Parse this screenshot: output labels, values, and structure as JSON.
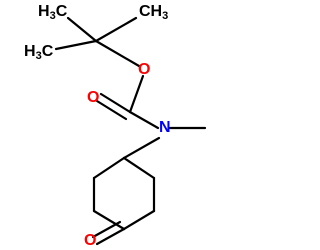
{
  "structure": {
    "atoms": {
      "methyl_top_left": {
        "main": "H",
        "sub": "3",
        "tail": "C"
      },
      "methyl_top_right": {
        "main": "CH",
        "sub": "3"
      },
      "methyl_left": {
        "main": "H",
        "sub": "3",
        "tail": "C"
      },
      "ester_oxygen": {
        "main": "O"
      },
      "carbonyl_oxygen": {
        "main": "O"
      },
      "nitrogen": {
        "main": "N"
      },
      "ketone_oxygen": {
        "main": "O"
      }
    }
  },
  "colors": {
    "bond": "#000000",
    "carbon_text": "#000000",
    "oxygen_text": "#ff0000",
    "nitrogen_text": "#0000ff"
  }
}
